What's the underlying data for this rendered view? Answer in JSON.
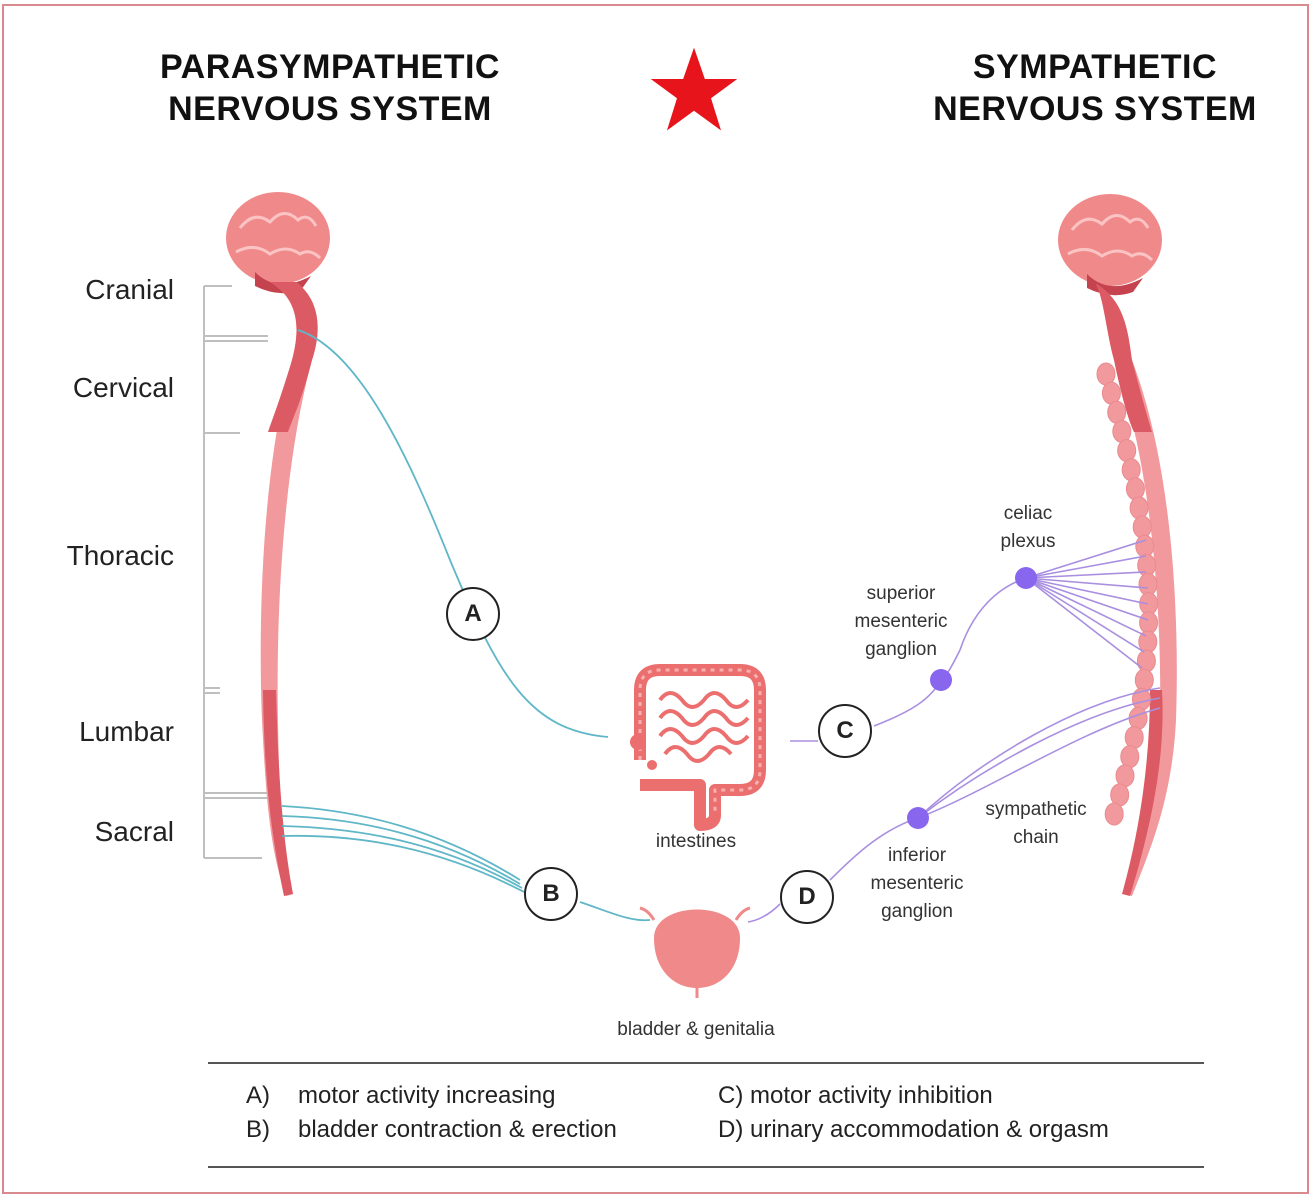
{
  "title_left": {
    "line1": "PARASYMPATHETIC",
    "line2": "NERVOUS SYSTEM"
  },
  "title_right": {
    "line1": "SYMPATHETIC",
    "line2": "NERVOUS SYSTEM"
  },
  "spinal_segments": [
    "Cranial",
    "Cervical",
    "Thoracic",
    "Lumbar",
    "Sacral"
  ],
  "markers": {
    "a": "A",
    "b": "B",
    "c": "C",
    "d": "D"
  },
  "labels": {
    "celiac": {
      "line1": "celiac",
      "line2": "plexus"
    },
    "superior": {
      "line1": "superior",
      "line2": "mesenteric",
      "line3": "ganglion"
    },
    "inferior": {
      "line1": "inferior",
      "line2": "mesenteric",
      "line3": "ganglion"
    },
    "chain": {
      "line1": "sympathetic",
      "line2": "chain"
    },
    "intestines": "intestines",
    "bladder": "bladder & genitalia"
  },
  "legend": [
    {
      "key": "A)",
      "text": "motor activity increasing"
    },
    {
      "key": "B)",
      "text": "bladder contraction & erection"
    },
    {
      "key": "C)",
      "text": "motor activity inhibition"
    },
    {
      "key": "D)",
      "text": "urinary accommodation & orgasm"
    }
  ],
  "colors": {
    "brain": "#f08a8a",
    "spine_dark": "#dc5a64",
    "spine_light": "#f2999d",
    "parasympathetic_nerve": "#5fb7c7",
    "sympathetic_nerve": "#a98fe0",
    "ganglion": "#8866ee",
    "star": "#e8141b"
  }
}
